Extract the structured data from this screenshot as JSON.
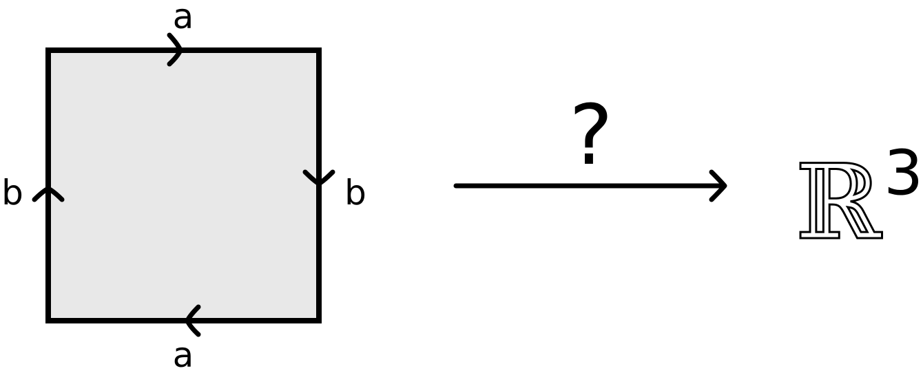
{
  "square": {
    "fill_color": "#e8e8e8",
    "stroke_color": "#000000",
    "edges": {
      "top": {
        "label": "a",
        "direction": "right"
      },
      "bottom": {
        "label": "a",
        "direction": "left"
      },
      "left": {
        "label": "b",
        "direction": "up"
      },
      "right": {
        "label": "b",
        "direction": "down"
      }
    }
  },
  "map": {
    "label": "?",
    "target_base": "ℝ",
    "target_exponent": "3"
  }
}
